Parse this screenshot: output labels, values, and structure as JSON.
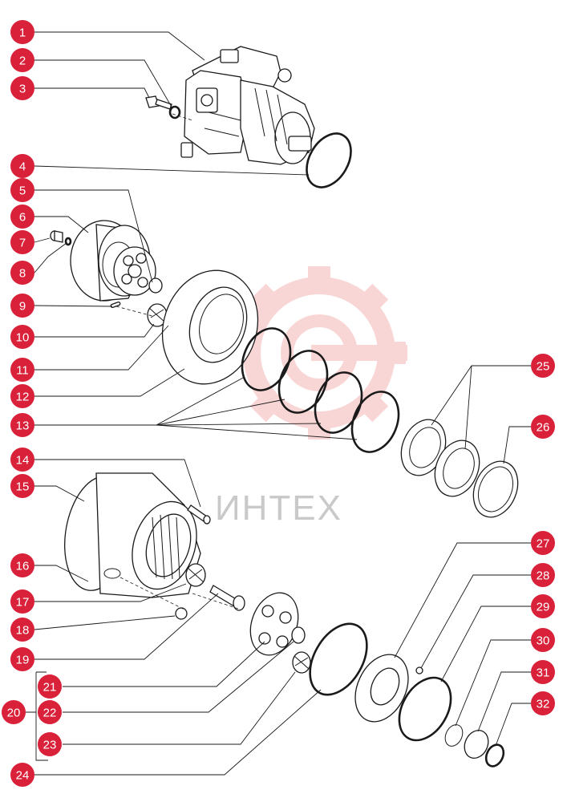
{
  "watermark": {
    "text": "ИНТЕХ",
    "color": "#f5c0c0"
  },
  "label_color": "#d9213a",
  "callouts": [
    {
      "n": "1"
    },
    {
      "n": "2"
    },
    {
      "n": "3"
    },
    {
      "n": "4"
    },
    {
      "n": "5"
    },
    {
      "n": "6"
    },
    {
      "n": "7"
    },
    {
      "n": "8"
    },
    {
      "n": "9"
    },
    {
      "n": "10"
    },
    {
      "n": "11"
    },
    {
      "n": "12"
    },
    {
      "n": "13"
    },
    {
      "n": "14"
    },
    {
      "n": "15"
    },
    {
      "n": "16"
    },
    {
      "n": "17"
    },
    {
      "n": "18"
    },
    {
      "n": "19"
    },
    {
      "n": "20"
    },
    {
      "n": "21"
    },
    {
      "n": "22"
    },
    {
      "n": "23"
    },
    {
      "n": "24"
    },
    {
      "n": "25"
    },
    {
      "n": "26"
    },
    {
      "n": "27"
    },
    {
      "n": "28"
    },
    {
      "n": "29"
    },
    {
      "n": "30"
    },
    {
      "n": "31"
    },
    {
      "n": "32"
    }
  ]
}
